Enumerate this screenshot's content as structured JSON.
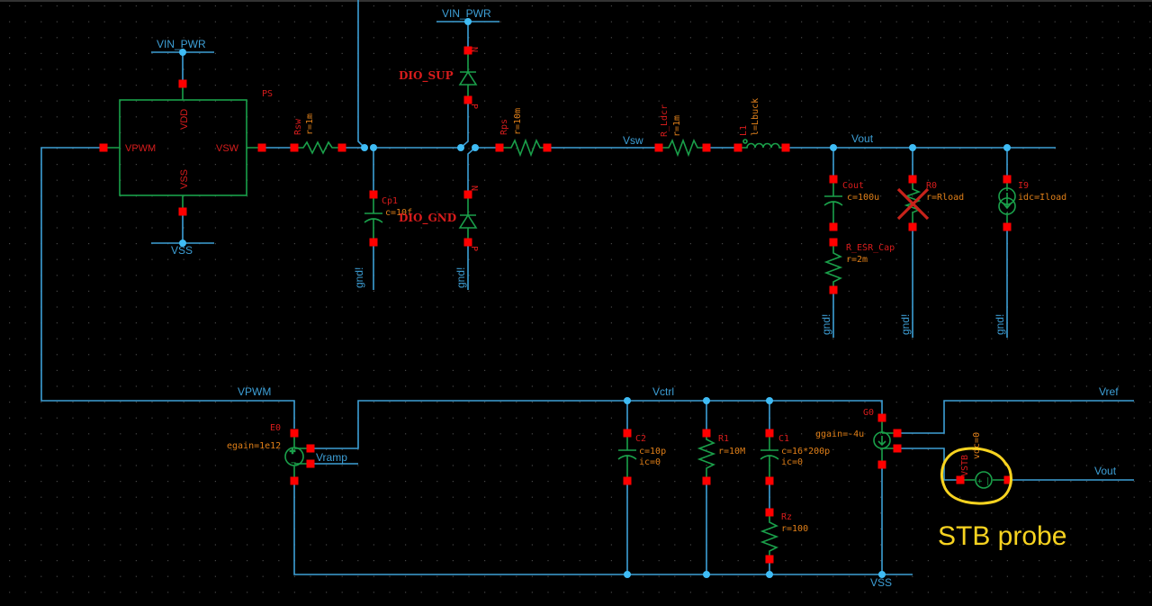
{
  "app": {
    "type": "schematic-editor"
  },
  "colors": {
    "wire": "#3d9fd6",
    "symbol": "#1aa04a",
    "pin": "#ff0000",
    "instance": "#d81c1c",
    "param": "#e07f18",
    "annotation": "#f7d320",
    "background": "#000000"
  },
  "nets": {
    "vin_pwr_left": "VIN_PWR",
    "vin_pwr_top": "VIN_PWR",
    "vss_left": "VSS",
    "vsw": "Vsw",
    "vout_top": "Vout",
    "gnd1": "gnd!",
    "gnd2": "gnd!",
    "gnd3": "gnd!",
    "gnd4": "gnd!",
    "gnd5": "gnd!",
    "vpwm": "VPWM",
    "vctrl": "Vctrl",
    "vramp": "Vramp",
    "vref": "Vref",
    "vout_bottom": "Vout",
    "vss_bottom": "VSS"
  },
  "ps_block": {
    "name": "PS",
    "pins": {
      "vdd": "VDD",
      "vss": "VSS",
      "vpwm": "VPWM",
      "vsw": "VSW"
    }
  },
  "components": {
    "rsw": {
      "name": "Rsw",
      "param": "r=1m"
    },
    "rps": {
      "name": "Rps",
      "param": "r=10m"
    },
    "rldcr": {
      "name": "R_Ldcr",
      "param": "r=1m"
    },
    "l1": {
      "name": "L1",
      "param": "l=Lbuck"
    },
    "cp1": {
      "name": "Cp1",
      "param": "c=10f"
    },
    "dio_sup": {
      "name": "DIO_SUP",
      "pin_n": "N",
      "pin_p": "P"
    },
    "dio_gnd": {
      "name": "DIO_GND",
      "pin_n": "N",
      "pin_p": "P"
    },
    "cout": {
      "name": "Cout",
      "param": "c=100u"
    },
    "resr": {
      "name": "R_ESR_Cap",
      "param": "r=2m"
    },
    "r0": {
      "name": "R0",
      "param": "r=Rload",
      "disabled": true
    },
    "i9": {
      "name": "I9",
      "param": "idc=Iload"
    },
    "e0": {
      "name": "E0",
      "param": "egain=1e12"
    },
    "c2": {
      "name": "C2",
      "param": "c=10p",
      "param2": "ic=0"
    },
    "r1": {
      "name": "R1",
      "param": "r=10M"
    },
    "c1": {
      "name": "C1",
      "param": "c=16*200p",
      "param2": "ic=0"
    },
    "rz": {
      "name": "Rz",
      "param": "r=100"
    },
    "g0": {
      "name": "G0",
      "param": "ggain=-4u"
    },
    "vstb": {
      "name": "VSTB",
      "param": "vdc=0"
    }
  },
  "annotation": {
    "text": "STB probe"
  }
}
